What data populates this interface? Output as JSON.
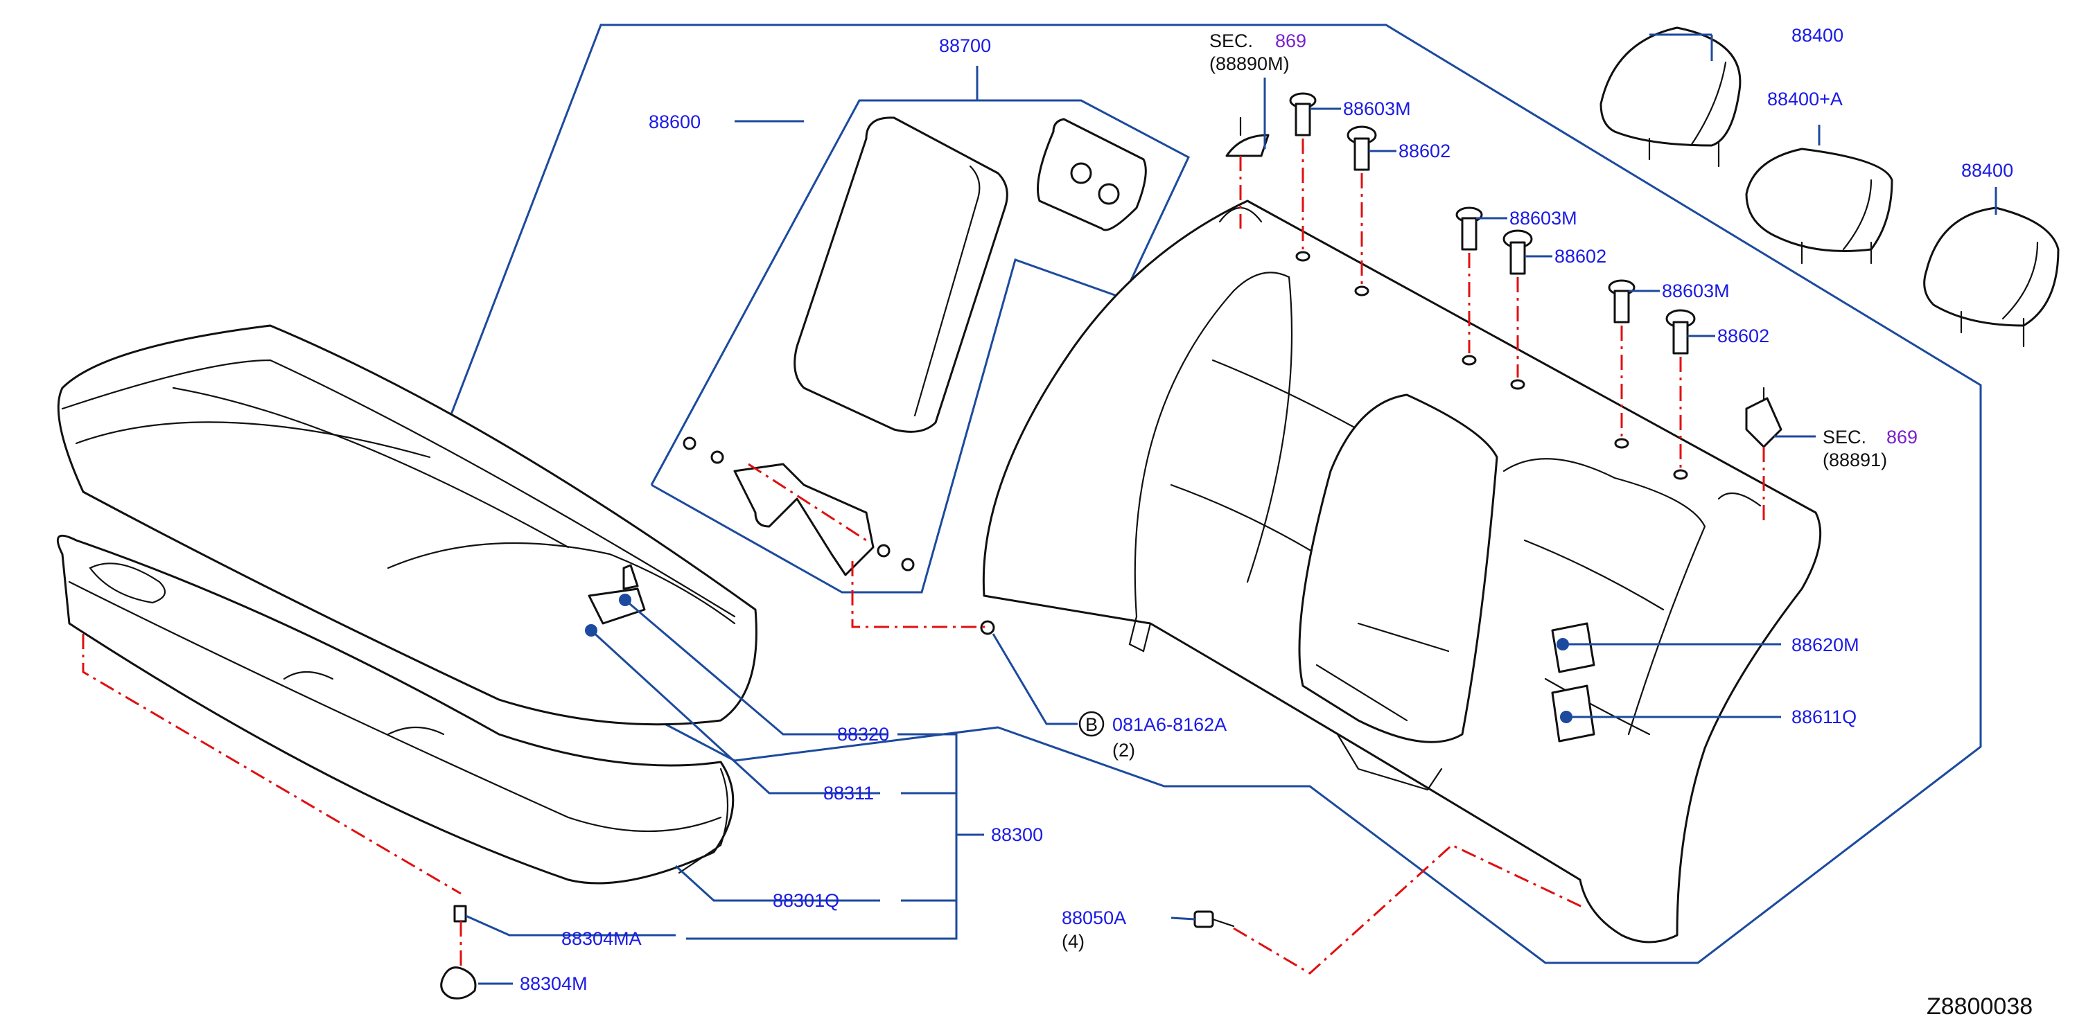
{
  "diagram_id": "Z8800038",
  "sec_upper": {
    "prefix": "SEC.",
    "number": "869",
    "ref": "(88890M)"
  },
  "sec_lower": {
    "prefix": "SEC.",
    "number": "869",
    "ref": "(88891)"
  },
  "callout_b": {
    "letter": "B",
    "part": "081A6-8162A",
    "qty": "(2)"
  },
  "bolt": {
    "part": "88050A",
    "qty": "(4)"
  },
  "parts": {
    "p88400_a": "88400",
    "p88400plus": "88400+A",
    "p88400_b": "88400",
    "p88700": "88700",
    "p88600": "88600",
    "p88603_a": "88603M",
    "p88602_a": "88602",
    "p88603_b": "88603M",
    "p88602_b": "88602",
    "p88603_c": "88603M",
    "p88602_c": "88602",
    "p88620": "88620M",
    "p88611": "88611Q",
    "p88320": "88320",
    "p88311": "88311",
    "p88300": "88300",
    "p88301": "88301Q",
    "p88304ma": "88304MA",
    "p88304m": "88304M"
  },
  "colors": {
    "label_blue": "#1a1ae6",
    "sec_purple": "#7a1fcf",
    "leader_blue": "#1c4a9e",
    "dash_red": "#e01010"
  }
}
